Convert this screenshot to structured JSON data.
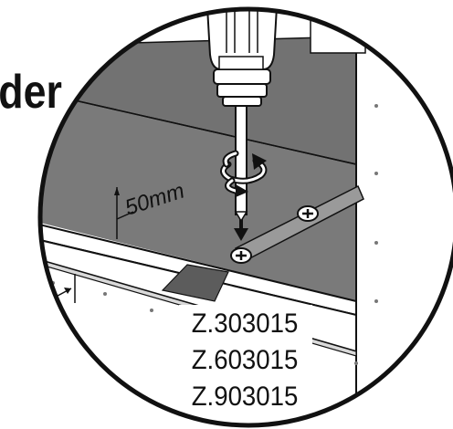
{
  "heading_fragment": "der",
  "dimension_label": "50mm",
  "product_codes": [
    "Z.303015",
    "Z.603015",
    "Z.903015"
  ],
  "colors": {
    "panel": "#7a7a7a",
    "panel_dark": "#5c5c5c",
    "board_edge": "#d9d9d9",
    "wall": "#ffffff",
    "outline": "#111111",
    "strip": "#9a9a9a",
    "screw_head": "#ffffff"
  },
  "icons": [
    "screwdriver-icon",
    "rotation-arrow-icon",
    "down-arrow-icon",
    "screw-icon"
  ]
}
